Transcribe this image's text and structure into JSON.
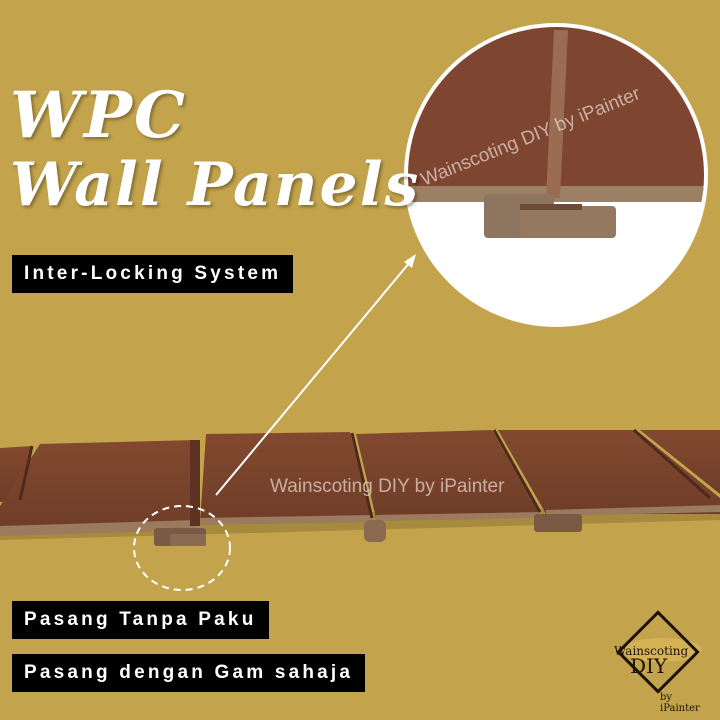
{
  "headline": {
    "line1": "WPC",
    "line2": "Wall Panels"
  },
  "labels": {
    "feature": "Inter-Locking System",
    "benefit1": "Pasang Tanpa Paku",
    "benefit2": "Pasang dengan Gam sahaja"
  },
  "watermark": "Wainscoting DIY  by iPainter",
  "logo": {
    "line1": "Wainscoting",
    "line2": "DIY",
    "line3": "by iPainter"
  },
  "colors": {
    "background": "#c3a44c",
    "panel": "#7c4733",
    "label_bg": "#000000",
    "label_text": "#ffffff"
  }
}
